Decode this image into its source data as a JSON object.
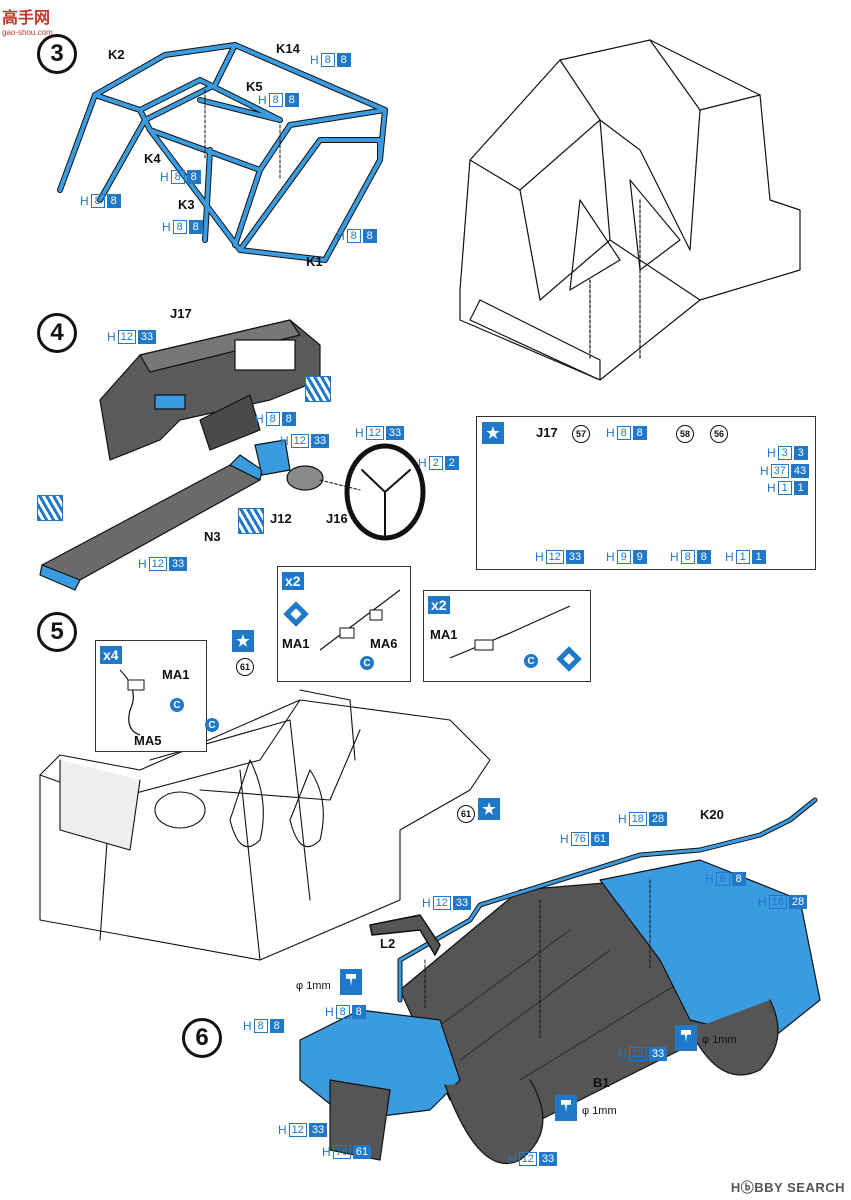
{
  "watermark": {
    "top_left": "高手网",
    "top_left_sub": "gao-shou.com",
    "bottom_right": "HⓑBBY SEARCH"
  },
  "colors": {
    "accent": "#1f78c8",
    "part_blue": "#3a9be0",
    "ink": "#111111"
  },
  "steps": [
    {
      "number": "3"
    },
    {
      "number": "4"
    },
    {
      "number": "5"
    },
    {
      "number": "6"
    }
  ],
  "step3": {
    "labels": [
      "K2",
      "K14",
      "K5",
      "K4",
      "K3",
      "K1"
    ],
    "codes": [
      {
        "h": "H",
        "c1": "8",
        "c2": "8"
      },
      {
        "h": "H",
        "c1": "8",
        "c2": "8"
      },
      {
        "h": "H",
        "c1": "8",
        "c2": "8"
      },
      {
        "h": "H",
        "c1": "8",
        "c2": "8"
      },
      {
        "h": "H",
        "c1": "8",
        "c2": "8"
      },
      {
        "h": "H",
        "c1": "8",
        "c2": "8"
      }
    ]
  },
  "step4": {
    "labels": [
      "J17",
      "J12",
      "J16",
      "N3"
    ],
    "codes": [
      {
        "h": "H",
        "c1": "12",
        "c2": "33"
      },
      {
        "h": "H",
        "c1": "8",
        "c2": "8"
      },
      {
        "h": "H",
        "c1": "12",
        "c2": "33"
      },
      {
        "h": "H",
        "c1": "12",
        "c2": "33"
      },
      {
        "h": "H",
        "c1": "2",
        "c2": "2"
      },
      {
        "h": "H",
        "c1": "12",
        "c2": "33"
      }
    ],
    "detail": {
      "star": "★",
      "title": "J17",
      "decals": [
        "57",
        "58",
        "56"
      ],
      "codes": [
        {
          "h": "H",
          "c1": "8",
          "c2": "8"
        },
        {
          "h": "H",
          "c1": "3",
          "c2": "3"
        },
        {
          "h": "H",
          "c1": "37",
          "c2": "43"
        },
        {
          "h": "H",
          "c1": "1",
          "c2": "1"
        },
        {
          "h": "H",
          "c1": "12",
          "c2": "33"
        },
        {
          "h": "H",
          "c1": "9",
          "c2": "9"
        },
        {
          "h": "H",
          "c1": "8",
          "c2": "8"
        },
        {
          "h": "H",
          "c1": "1",
          "c2": "1"
        }
      ]
    }
  },
  "step5": {
    "belt_left": {
      "qty": "x4",
      "labels": [
        "MA1",
        "MA5"
      ],
      "mark": "C"
    },
    "belt_mid": {
      "qty": "x2",
      "labels": [
        "MA1",
        "MA6"
      ],
      "mark": "C"
    },
    "belt_right": {
      "qty": "x2",
      "labels": [
        "MA1"
      ],
      "mark": "C"
    },
    "decal": "61",
    "star": "★",
    "mark": "C"
  },
  "step6": {
    "labels": [
      "K20",
      "L2",
      "B1"
    ],
    "phi": [
      "φ 1mm",
      "φ 1mm",
      "φ 1mm"
    ],
    "codes": [
      {
        "h": "H",
        "c1": "18",
        "c2": "28"
      },
      {
        "h": "H",
        "c1": "76",
        "c2": "61"
      },
      {
        "h": "H",
        "c1": "8",
        "c2": "8"
      },
      {
        "h": "H",
        "c1": "18",
        "c2": "28"
      },
      {
        "h": "H",
        "c1": "12",
        "c2": "33"
      },
      {
        "h": "H",
        "c1": "8",
        "c2": "8"
      },
      {
        "h": "H",
        "c1": "8",
        "c2": "8"
      },
      {
        "h": "H",
        "c1": "12",
        "c2": "33"
      },
      {
        "h": "H",
        "c1": "12",
        "c2": "33"
      },
      {
        "h": "H",
        "c1": "76",
        "c2": "61"
      },
      {
        "h": "H",
        "c1": "12",
        "c2": "33"
      }
    ],
    "decal": "61",
    "star": "★"
  }
}
